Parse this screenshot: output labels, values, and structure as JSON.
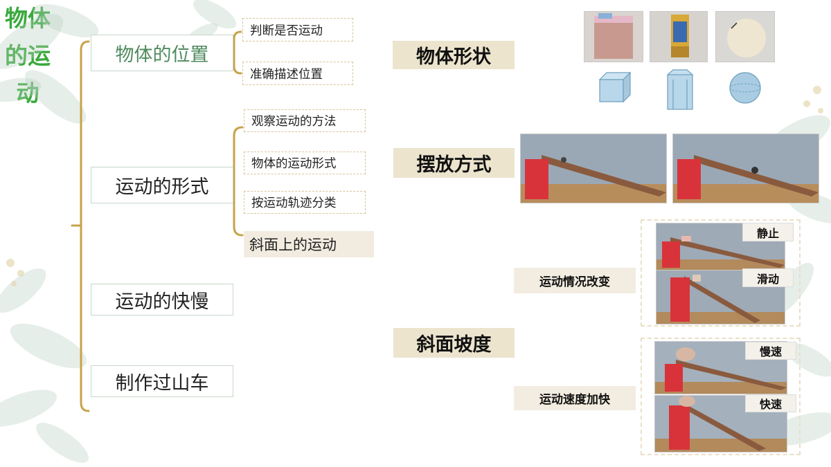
{
  "mindmap": {
    "root": [
      "物体",
      "的运",
      "动"
    ],
    "branches": [
      {
        "label": "物体的位置",
        "children": [
          "判断是否运动",
          "准确描述位置"
        ]
      },
      {
        "label": "运动的形式",
        "children": [
          "观察运动的方法",
          "物体的运动形式",
          "按运动轨迹分类",
          "斜面上的运动"
        ]
      },
      {
        "label": "运动的快慢"
      },
      {
        "label": "制作过山车"
      }
    ]
  },
  "right_panel": {
    "shape_label": "物体形状",
    "placement_label": "摆放方式",
    "slope_label": "斜面坡度",
    "motion_change_label": "运动情况改变",
    "speed_up_label": "运动速度加快",
    "tags": {
      "still": "静止",
      "slide": "滑动",
      "slow": "慢速",
      "fast": "快速"
    }
  },
  "colors": {
    "root_green": "#3aa93c",
    "bracket_gold": "#c9a24a",
    "label_bg": "#ece4cd"
  }
}
